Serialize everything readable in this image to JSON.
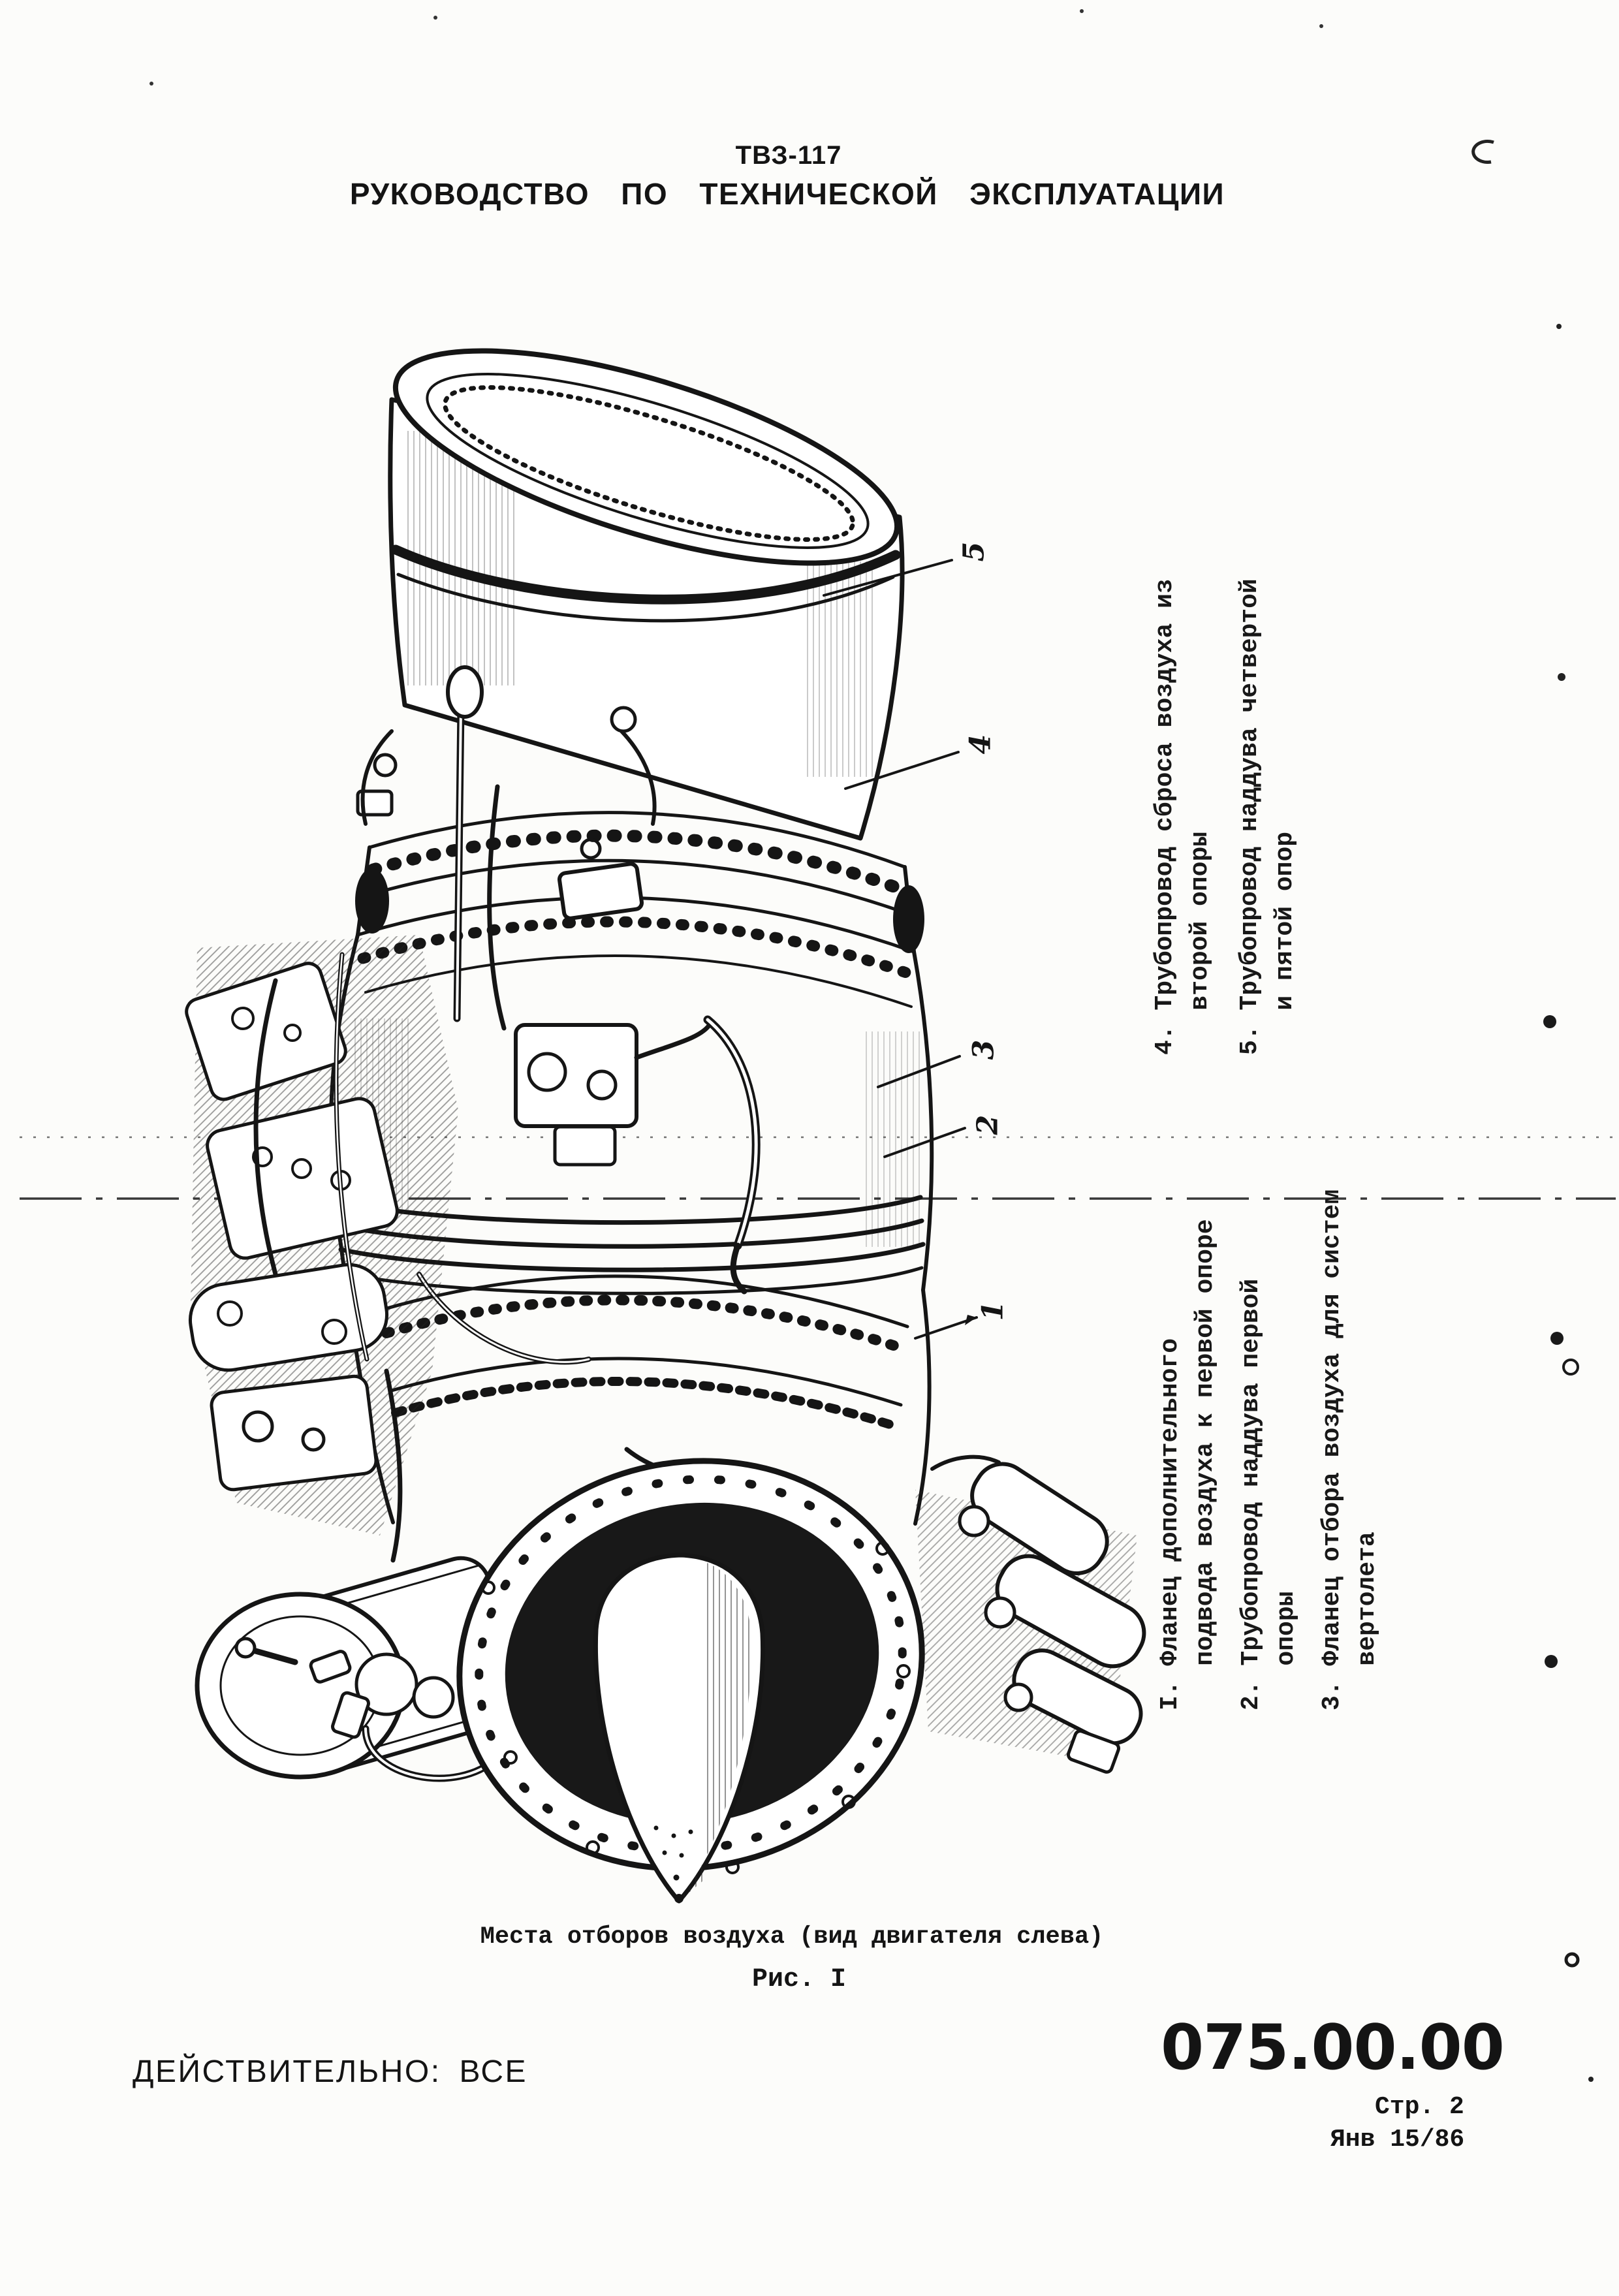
{
  "header": {
    "model": "ТВЗ-117",
    "title": "РУКОВОДСТВО ПО ТЕХНИЧЕСКОЙ ЭКСПЛУАТАЦИИ"
  },
  "figure": {
    "callouts": [
      {
        "n": "5"
      },
      {
        "n": "4"
      },
      {
        "n": "3"
      },
      {
        "n": "2"
      },
      {
        "n": "1"
      }
    ],
    "legend_upper": [
      {
        "text": "4. Трубопровод сброса воздуха из\nвторой опоры"
      },
      {
        "text": "5. Трубопровод наддува четвертой\nи пятой опор"
      }
    ],
    "legend_lower": [
      {
        "text": "I. Фланец дополнительного\nподвода воздуха к первой опоре"
      },
      {
        "text": "2. Трубопровод наддува первой\nопоры"
      },
      {
        "text": "3. Фланец отбора воздуха для систем\nвертолета"
      }
    ],
    "caption": "Места отборов воздуха (вид двигателя слева)",
    "fig_label": "Рис. I"
  },
  "footer": {
    "validity": "ДЕЙСТВИТЕЛЬНО: ВСЕ",
    "section_code": "075.00.00",
    "page_label": "Стр. 2",
    "date_label": "Янв 15/86"
  },
  "colors": {
    "ink": "#151515",
    "paper": "#fcfcfa"
  }
}
